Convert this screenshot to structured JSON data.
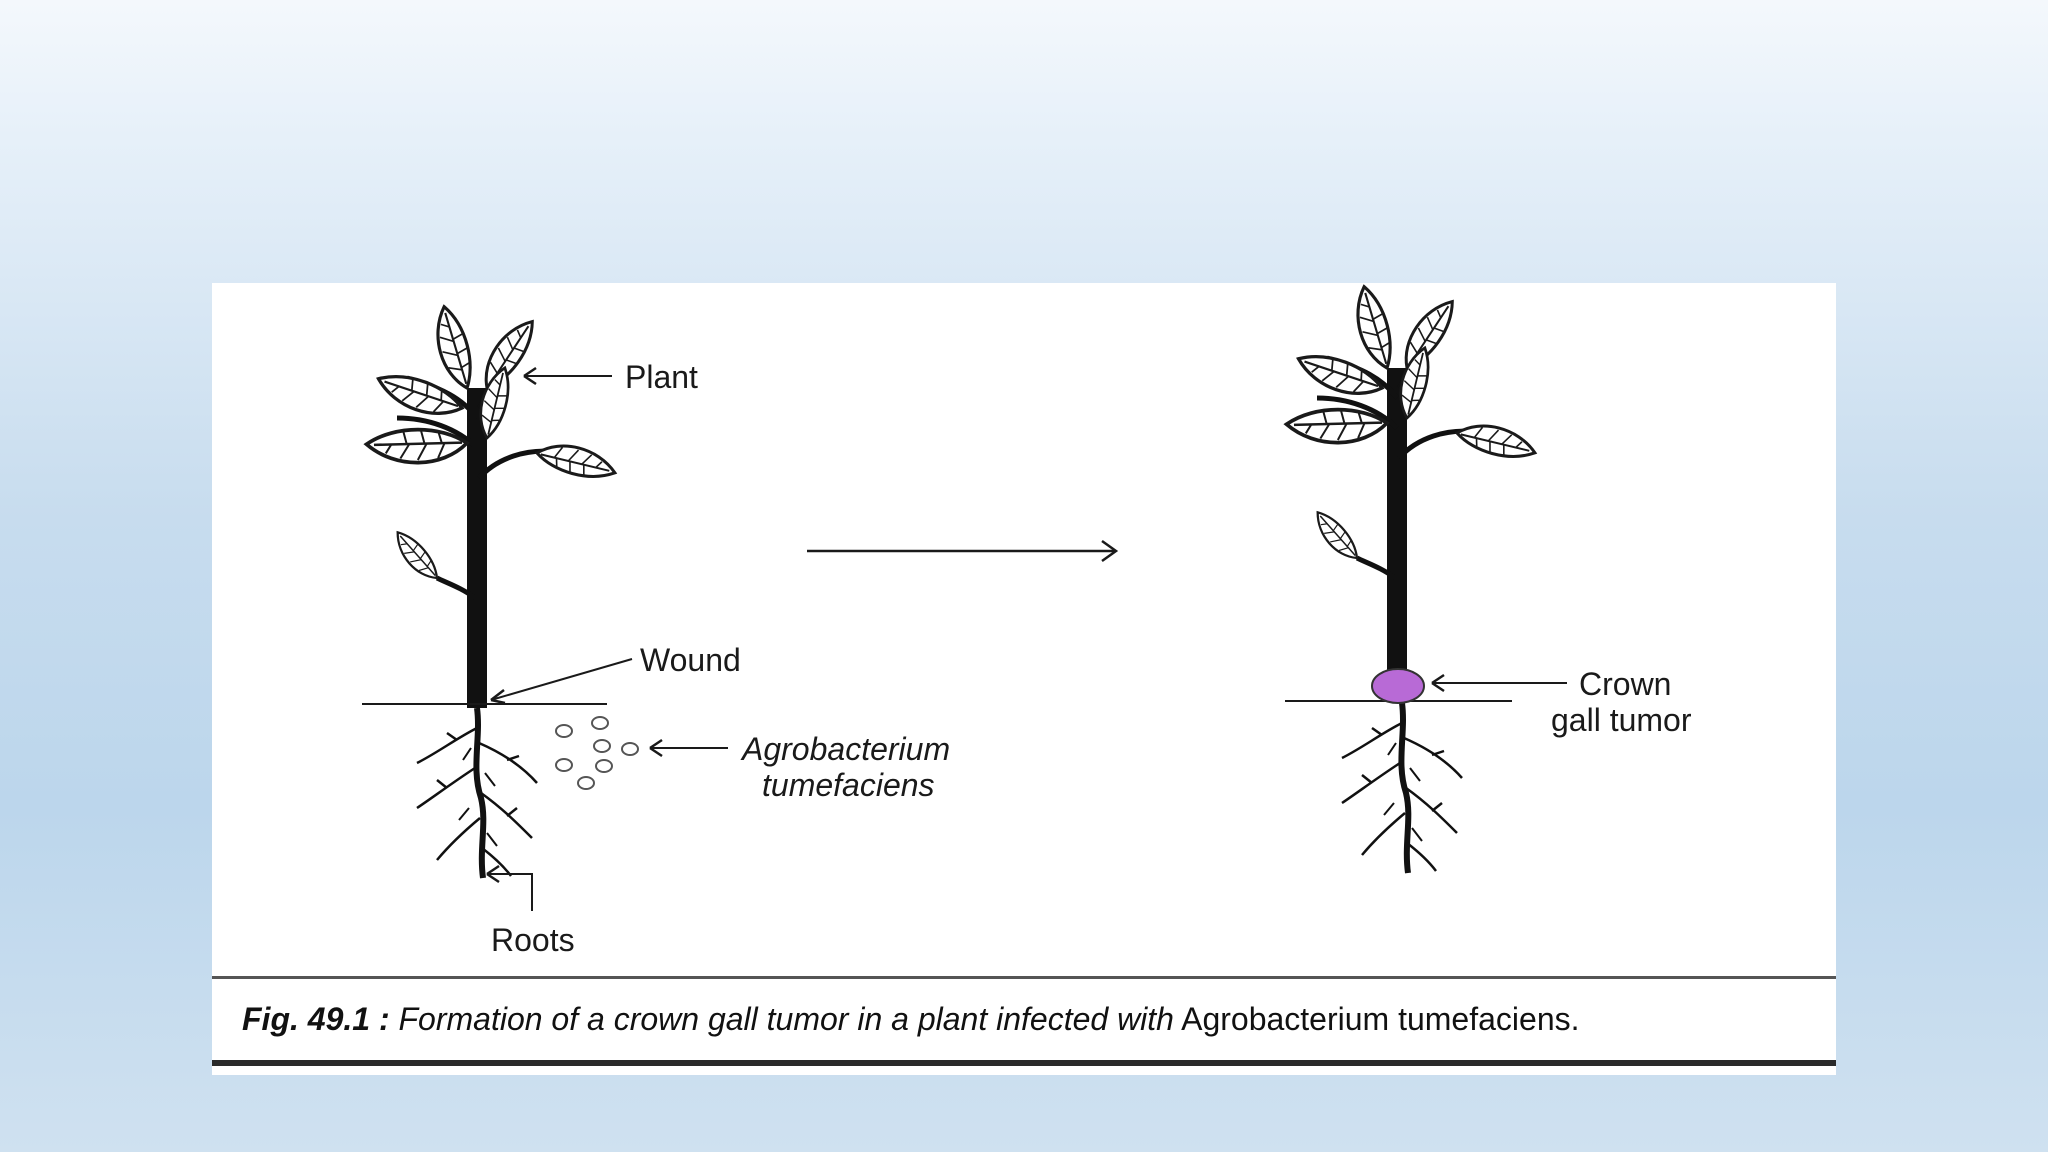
{
  "figure": {
    "labels": {
      "plant": "Plant",
      "wound": "Wound",
      "bacterium_line1": "Agrobacterium",
      "bacterium_line2": "tumefaciens",
      "roots": "Roots",
      "crown_line1": "Crown",
      "crown_line2": "gall tumor"
    },
    "caption": {
      "number": "Fig. 49.1 :",
      "text_italic": "Formation of a crown gall tumor in a plant infected with",
      "text_plain": "Agrobacterium tumefaciens."
    },
    "colors": {
      "tumor": "#b86ad6",
      "ink": "#1a1a1a"
    }
  }
}
